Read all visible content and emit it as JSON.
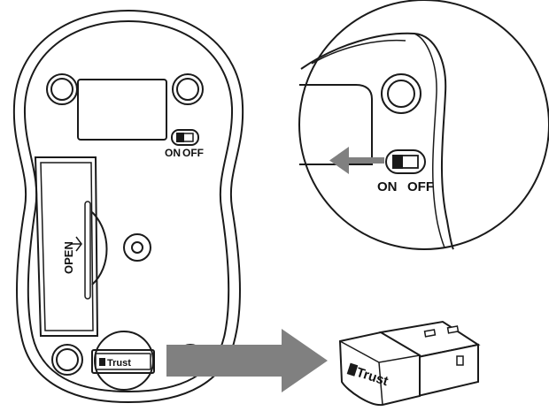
{
  "mouse": {
    "switch_on": "ON",
    "switch_off": "OFF",
    "battery_cover_text": "OPEN",
    "receiver_slot_logo": "Trust"
  },
  "zoom_detail": {
    "switch_on": "ON",
    "switch_off": "OFF"
  },
  "usb_receiver": {
    "logo": "Trust"
  },
  "colors": {
    "line": "#1a1a1a",
    "arrow": "#808080",
    "background": "#ffffff"
  }
}
